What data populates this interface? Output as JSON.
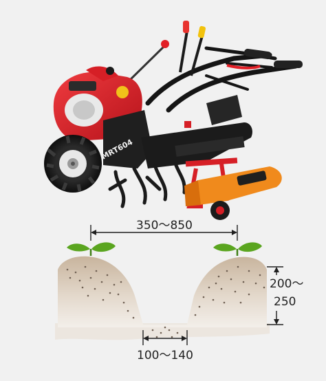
{
  "product": {
    "badge_text": "MRT604"
  },
  "ridge_diagram": {
    "top_width_label": "350〜850",
    "bottom_width_label": "100〜140",
    "depth_label_line1": "200〜",
    "depth_label_line2": "250"
  },
  "colors": {
    "background": "#f1f1f1",
    "machine_red": "#d61f26",
    "machine_black": "#1c1c1c",
    "attachment_orange": "#f08a1c",
    "soil_top": "#c9b8a4",
    "soil_bottom": "#ede6dd",
    "sprout_green": "#5aa51f"
  }
}
